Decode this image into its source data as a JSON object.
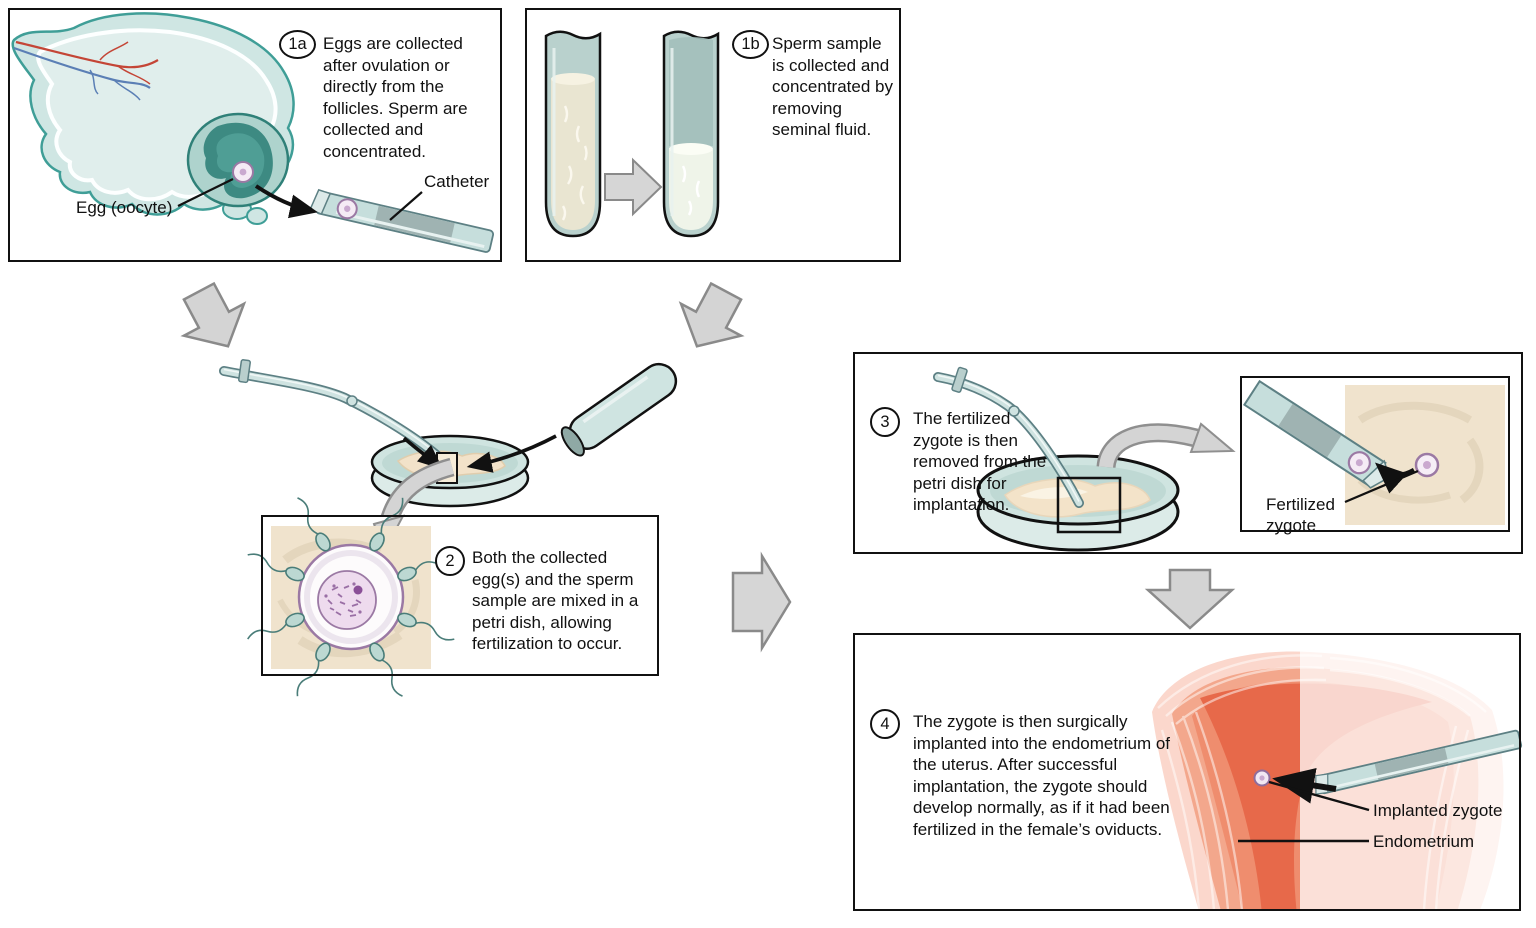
{
  "figure": {
    "type": "process-diagram",
    "topic": "In vitro fertilization (IVF) procedure",
    "steps": {
      "s1a": {
        "number": "1a",
        "caption": "Eggs are collected after ovulation or directly from the follicles. Sperm are collected and concentrated."
      },
      "s1b": {
        "number": "1b",
        "caption": "Sperm sample is collected and concentrated by removing seminal fluid."
      },
      "s2": {
        "number": "2",
        "caption": "Both the collected egg(s) and the sperm sample are mixed in a petri dish, allowing fertilization to occur."
      },
      "s3": {
        "number": "3",
        "caption": "The fertilized zygote is then removed from the petri dish for implantation."
      },
      "s4": {
        "number": "4",
        "caption": "The zygote is then surgically implanted into the endometrium of the uterus. After successful implantation, the zygote should develop normally, as if it had been fertilized in the female’s oviducts."
      }
    },
    "labels": {
      "egg_oocyte": "Egg (oocyte)",
      "catheter": "Catheter",
      "fertilized_zygote": "Fertilized zygote",
      "implanted_zygote": "Implanted zygote",
      "endometrium": "Endometrium"
    },
    "colors": {
      "outline": "#111111",
      "teal_outline": "#3f9e97",
      "teal_fill": "#cfe6e3",
      "follicle_dark": "#2e8077",
      "glass": "#b9d1cd",
      "fluid_cream": "#e9e5d1",
      "fluid_concentrated": "#eff4e9",
      "tan_background": "#f0e3cd",
      "egg_ring": "#9b79a4",
      "arrow_gray": "#d4d4d4",
      "arrow_gray_stroke": "#8a8a8a",
      "coral_dark": "#e7694a",
      "coral_mid": "#f3a78c",
      "coral_pale": "#fbd7cc"
    }
  }
}
